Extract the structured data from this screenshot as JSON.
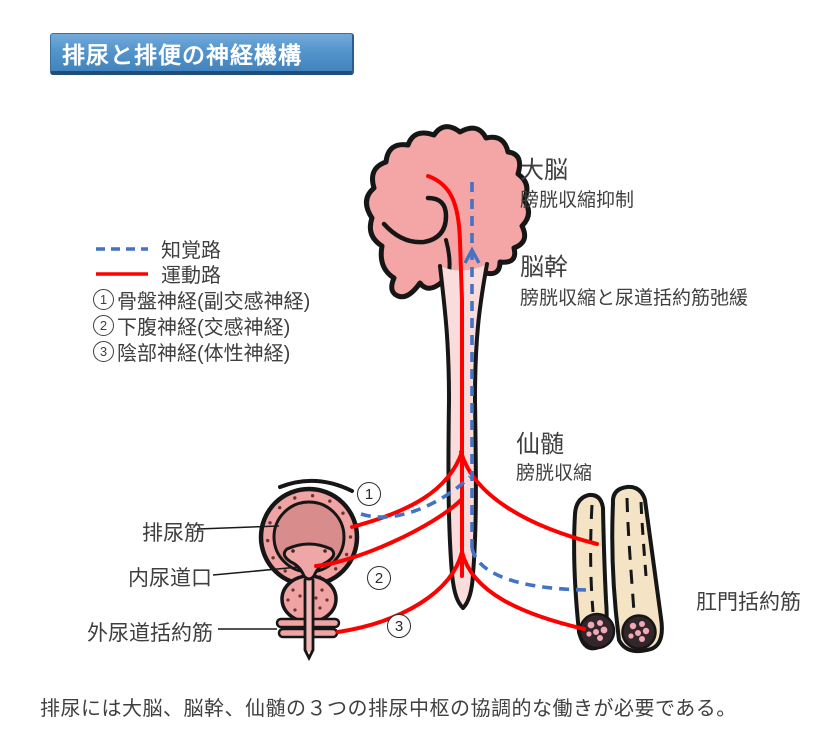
{
  "title": "排尿と排便の神経機構",
  "colors": {
    "banner_blue": "#4283bd",
    "banner_edge": "#1e4e79",
    "sensory_path_blue": "#4472c4",
    "motor_path_red": "#ff0000",
    "organ_pink": "#f4a6a6",
    "organ_inner_pink": "#d98c8c",
    "cord_pink": "#fbdcdc",
    "anal_beige": "#f5e3c6",
    "outline_black": "#161616",
    "text_gray": "#3f3f3f"
  },
  "legend": {
    "sensory_label": "知覚路",
    "motor_label": "運動路",
    "nerves": [
      {
        "num": "1",
        "label": "骨盤神経(副交感神経)"
      },
      {
        "num": "2",
        "label": "下腹神経(交感神経)"
      },
      {
        "num": "3",
        "label": "陰部神経(体性神経)"
      }
    ]
  },
  "labels": {
    "cerebrum": {
      "name": "大脳",
      "desc": "膀胱収縮抑制"
    },
    "brainstem": {
      "name": "脳幹",
      "desc": "膀胱収縮と尿道括約筋弛緩"
    },
    "sacral_cord": {
      "name": "仙髄",
      "desc": "膀胱収縮"
    },
    "detrusor": "排尿筋",
    "internal_urethral_orifice": "内尿道口",
    "external_urethral_sphincter": "外尿道括約筋",
    "anal_sphincter": "肛門括約筋"
  },
  "diagram_markers": [
    "1",
    "2",
    "3"
  ],
  "footer": "排尿には大脳、脳幹、仙髄の３つの排尿中枢の協調的な働きが必要である。"
}
